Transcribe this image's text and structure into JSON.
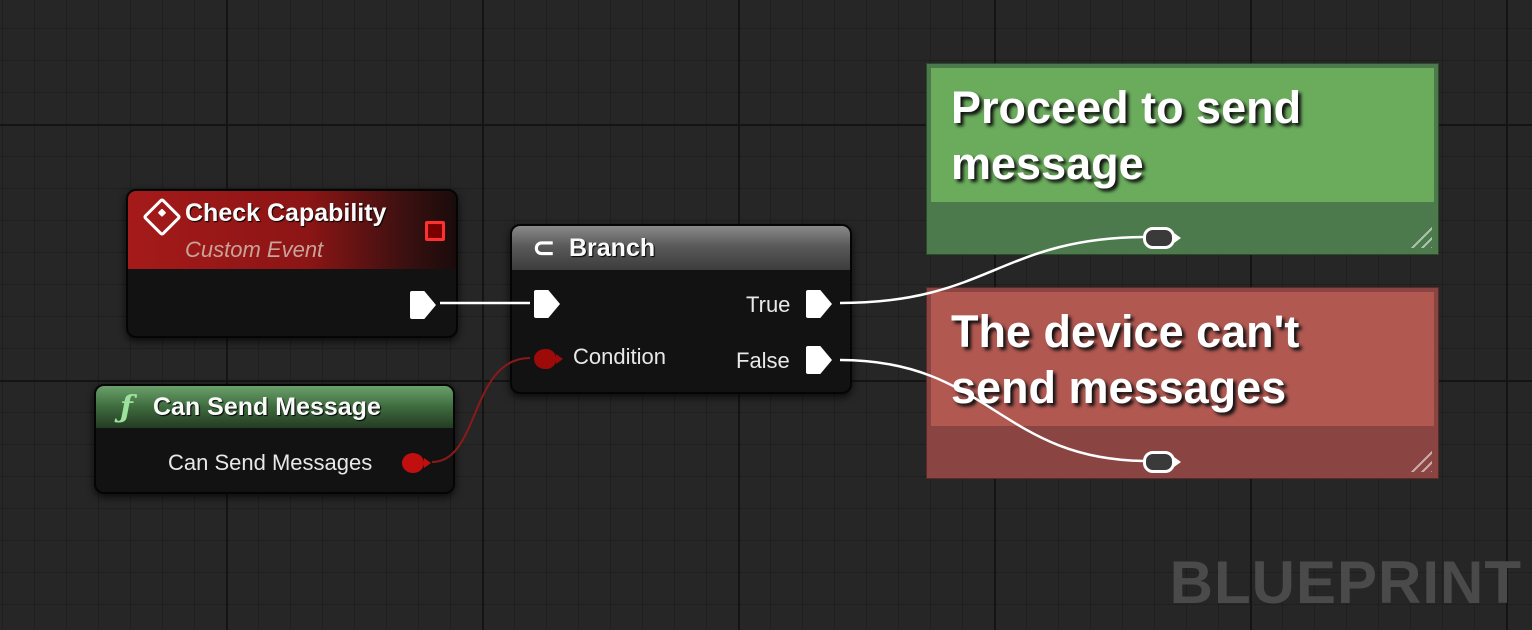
{
  "graph": {
    "watermark": "BLUEPRINT",
    "event_node": {
      "title": "Check Capability",
      "subtitle": "Custom Event",
      "icon": "event-diamond-icon"
    },
    "branch_node": {
      "title": "Branch",
      "icon": "branch-icon",
      "pins": {
        "condition": "Condition",
        "true": "True",
        "false": "False"
      }
    },
    "function_node": {
      "title": "Can Send Message",
      "icon": "function-icon",
      "output_pin": "Can Send Messages"
    },
    "comments": [
      {
        "text": "Proceed to send message",
        "color": "#6aac5c"
      },
      {
        "text": "The device can't send messages",
        "color": "#b15851"
      }
    ]
  },
  "colors": {
    "exec_wire": "#ffffff",
    "bool_wire": "#8a1a1a",
    "bool_pin": "#c10f0f",
    "event_header": "#a51a1a",
    "function_header": "#3e6b3e"
  }
}
